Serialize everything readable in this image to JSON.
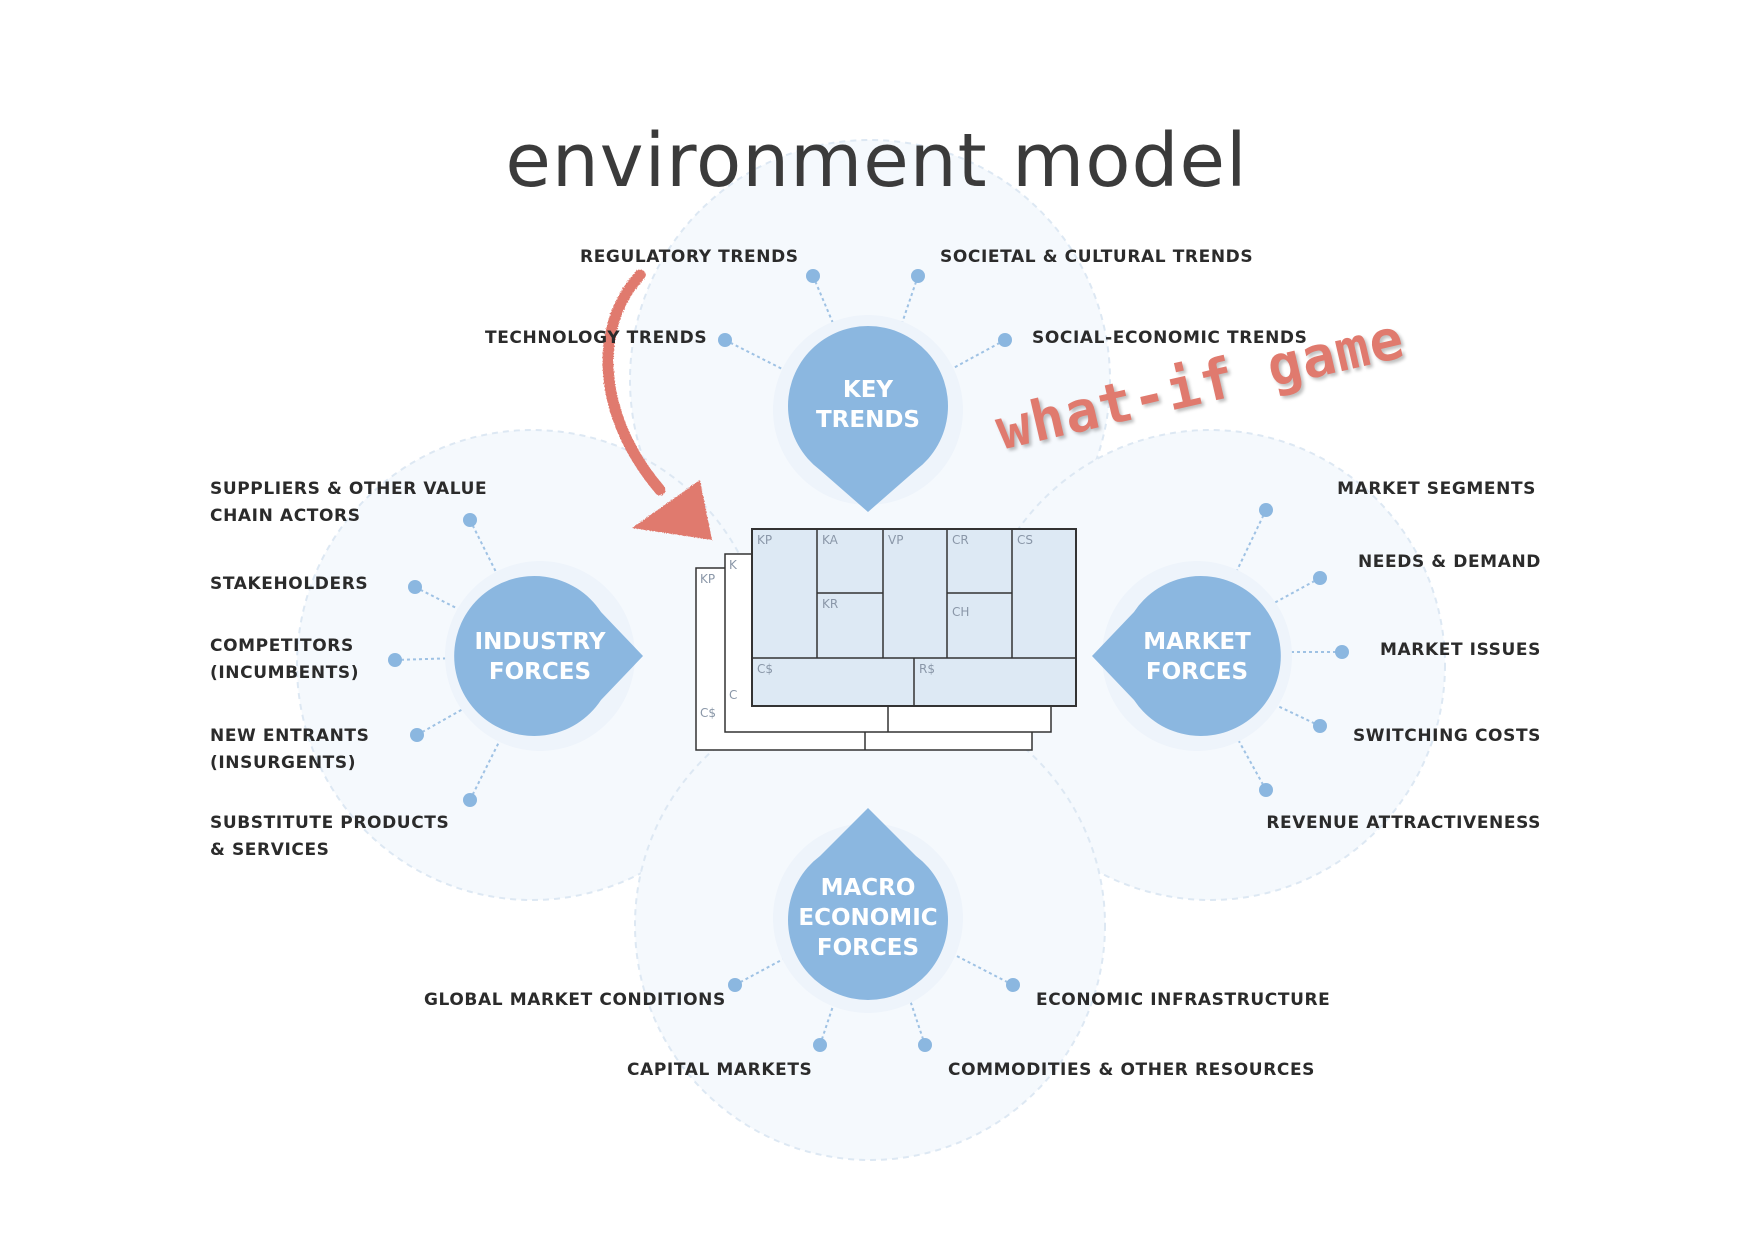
{
  "title": "environment model",
  "annotation": "what-if game",
  "hubs": {
    "key_trends": [
      "KEY",
      "TRENDS"
    ],
    "industry_forces": [
      "INDUSTRY",
      "FORCES"
    ],
    "market_forces": [
      "MARKET",
      "FORCES"
    ],
    "macro_forces": [
      "MACRO",
      "ECONOMIC",
      "FORCES"
    ]
  },
  "key_trends": {
    "regulatory": "REGULATORY TRENDS",
    "societal": "SOCIETAL & CULTURAL TRENDS",
    "technology": "TECHNOLOGY TRENDS",
    "social_economic": "SOCIAL-ECONOMIC TRENDS"
  },
  "industry_forces": {
    "suppliers": [
      "SUPPLIERS & OTHER VALUE",
      "CHAIN ACTORS"
    ],
    "stakeholders": [
      "STAKEHOLDERS"
    ],
    "competitors": [
      "COMPETITORS",
      "(INCUMBENTS)"
    ],
    "new_entrants": [
      "NEW ENTRANTS",
      "(INSURGENTS)"
    ],
    "substitutes": [
      "SUBSTITUTE PRODUCTS",
      "& SERVICES"
    ]
  },
  "market_forces": {
    "segments": "MARKET SEGMENTS",
    "needs": "NEEDS & DEMAND",
    "issues": "MARKET ISSUES",
    "switching": "SWITCHING COSTS",
    "revenue": "REVENUE ATTRACTIVENESS"
  },
  "macro_forces": {
    "global": "GLOBAL MARKET CONDITIONS",
    "economic": "ECONOMIC INFRASTRUCTURE",
    "capital": "CAPITAL MARKETS",
    "commodities": "COMMODITIES & OTHER RESOURCES"
  },
  "canvas_cells": {
    "kp": "KP",
    "ka": "KA",
    "vp": "VP",
    "cr": "CR",
    "cs": "CS",
    "kr": "KR",
    "ch": "CH",
    "cost": "C$",
    "rev": "R$",
    "back_kp": "KP",
    "back_k": "K",
    "back_cost": "C$",
    "back_c": "C"
  },
  "colors": {
    "hub": "#8bb7e0",
    "hub_halo": "#eef4fb",
    "dot": "#8bb7e0",
    "connector": "#9fc2e4",
    "circle_fill": "#f5f9fd",
    "circle_stroke": "#dde8f3",
    "arrow": "#e07a6e",
    "canvas_fill": "#dde9f4",
    "canvas_stroke": "#333333"
  }
}
